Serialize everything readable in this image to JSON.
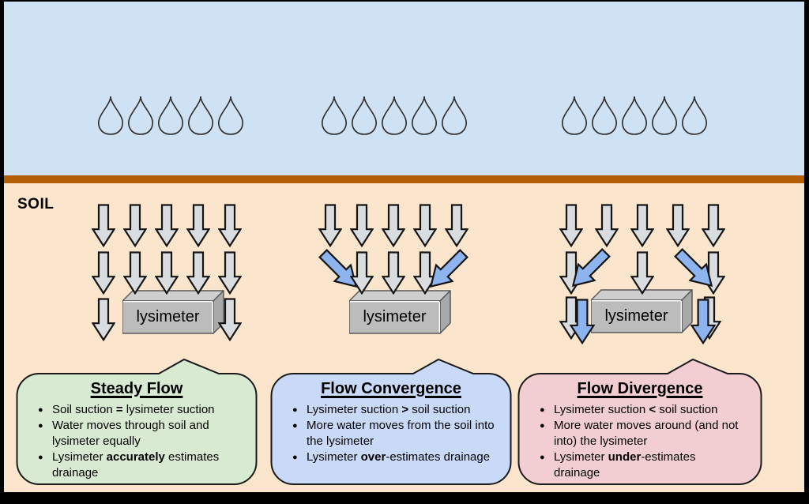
{
  "soil_label": "SOIL",
  "lysimeter_label": "lysimeter",
  "rain": {
    "groups": 3,
    "drops_per_group": 5
  },
  "colors": {
    "sky": "#cfe2f3",
    "ground_line": "#b45f06",
    "soil": "#fce5cd",
    "gray_arrow": "#dadde0",
    "blue_arrow": "#8db4ef",
    "arrow_outline": "#141414",
    "lysimeter_front": "#bcbcbc",
    "lysimeter_top": "#cecece",
    "lysimeter_side": "#a9a9a9",
    "steady_box": "#d9ead3",
    "convergence_box": "#c9daf8",
    "divergence_box": "#f2ced2"
  },
  "callouts": [
    {
      "title": "Steady Flow",
      "color": "#d9ead3",
      "bullets": [
        [
          {
            "t": "Soil suction "
          },
          {
            "t": "=",
            "b": true
          },
          {
            "t": " lysimeter suction"
          }
        ],
        [
          {
            "t": "Water moves through soil and lysimeter equally"
          }
        ],
        [
          {
            "t": "Lysimeter "
          },
          {
            "t": "accurately",
            "b": true
          },
          {
            "t": " estimates drainage"
          }
        ]
      ]
    },
    {
      "title": "Flow Convergence",
      "color": "#c9daf8",
      "bullets": [
        [
          {
            "t": "Lysimeter suction "
          },
          {
            "t": ">",
            "b": true
          },
          {
            "t": " soil suction"
          }
        ],
        [
          {
            "t": "More water moves from the soil into the lysimeter"
          }
        ],
        [
          {
            "t": "Lysimeter "
          },
          {
            "t": "over",
            "b": true
          },
          {
            "t": "-estimates drainage"
          }
        ]
      ]
    },
    {
      "title": "Flow Divergence",
      "color": "#f2ced2",
      "bullets": [
        [
          {
            "t": "Lysimeter suction "
          },
          {
            "t": "<",
            "b": true
          },
          {
            "t": " soil suction"
          }
        ],
        [
          {
            "t": "More water moves around (and not into) the lysimeter"
          }
        ],
        [
          {
            "t": "Lysimeter "
          },
          {
            "t": "under",
            "b": true
          },
          {
            "t": "-estimates drainage"
          }
        ]
      ]
    }
  ]
}
